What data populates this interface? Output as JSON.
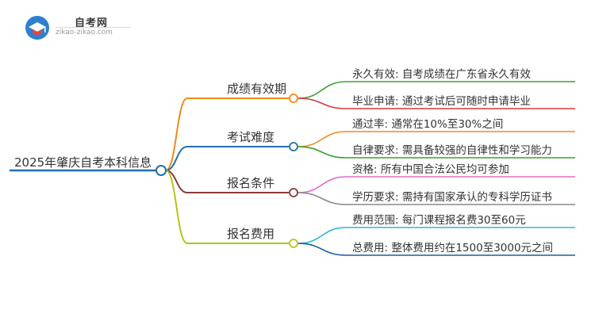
{
  "logo": {
    "title": "自考网",
    "domain": "zikao-zikao.com"
  },
  "mindmap": {
    "root": {
      "label": "2025年肇庆自考本科信息",
      "color": "#1f6fb0"
    },
    "branches": [
      {
        "label": "成绩有效期",
        "color": "#f08a1c",
        "children": [
          {
            "label": "永久有效: 自考成绩在广东省永久有效",
            "color": "#3aa12e"
          },
          {
            "label": "毕业申请: 通过考试后可随时申请毕业",
            "color": "#d63a3a"
          }
        ]
      },
      {
        "label": "考试难度",
        "color": "#1f6fb0",
        "children": [
          {
            "label": "通过率: 通常在10%至30%之间",
            "color": "#f08a1c"
          },
          {
            "label": "自律要求: 需具备较强的自律性和学习能力",
            "color": "#3aa12e"
          }
        ]
      },
      {
        "label": "报名条件",
        "color": "#8a3a3a",
        "children": [
          {
            "label": "资格: 所有中国合法公民均可参加",
            "color": "#e06ac8"
          },
          {
            "label": "学历要求: 需持有国家承认的专科学历证书",
            "color": "#8a8a8a"
          }
        ]
      },
      {
        "label": "报名费用",
        "color": "#b8c21a",
        "children": [
          {
            "label": "费用范围: 每门课程报名费30至60元",
            "color": "#2ab8d0"
          },
          {
            "label": "总费用: 整体费用约在1500至3000元之间",
            "color": "#1f5fa0"
          }
        ]
      }
    ]
  }
}
